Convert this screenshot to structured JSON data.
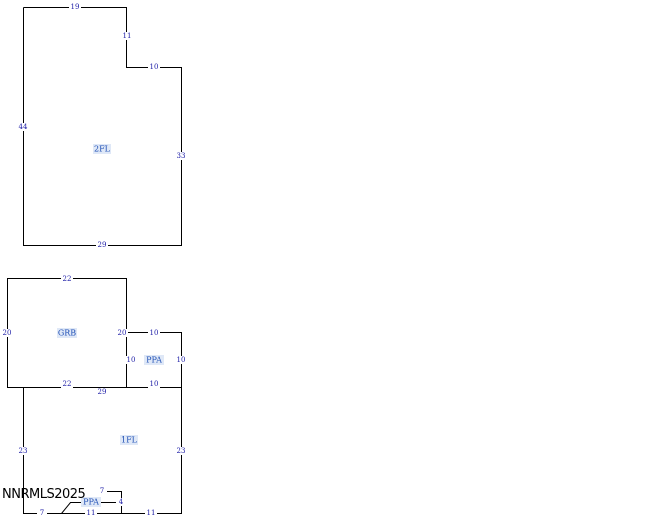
{
  "areas": {
    "second_floor": "2FL",
    "garage": "GRB",
    "porch_upper": "PPA",
    "first_floor": "1FL",
    "porch_lower": "PPA"
  },
  "dimensions": {
    "second_floor": {
      "top": "19",
      "notch_vertical": "11",
      "notch_horizontal": "10",
      "right": "33",
      "left": "44",
      "bottom": "29"
    },
    "garage": {
      "top": "22",
      "left": "20",
      "right": "20",
      "bottom": "22"
    },
    "porch_upper": {
      "top": "10",
      "left": "10",
      "right": "10",
      "bottom": "10"
    },
    "first_floor": {
      "top": "29",
      "left": "23",
      "right": "23",
      "bottom_left": "7",
      "bottom_mid": "11",
      "bottom_right": "11"
    },
    "porch_lower": {
      "top": "7",
      "right": "4"
    }
  },
  "watermark": "NNRMLS2025"
}
